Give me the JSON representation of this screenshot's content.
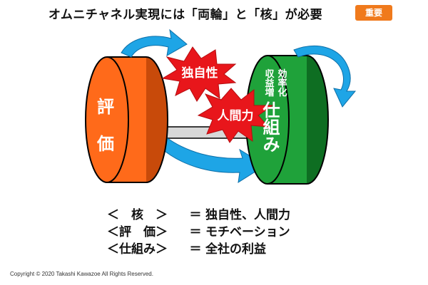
{
  "title": "オムニチャネル実現には「両輪」と「核」が必要",
  "badge": "重要",
  "colors": {
    "orange": "#ff6a1a",
    "orange_dark": "#c84a0a",
    "green": "#1fa23a",
    "green_dark": "#0e6e22",
    "blue": "#1ea5e6",
    "red": "#e8161b",
    "badge": "#f07a1c"
  },
  "left_wheel": {
    "label": "評価"
  },
  "right_wheel": {
    "main_label": "仕組み",
    "sub_label_1": "効率化",
    "sub_label_2": "収益増"
  },
  "bursts": {
    "top": "独自性",
    "middle": "人間力"
  },
  "legend": [
    {
      "key": "＜　核　＞",
      "eq": "＝",
      "value": "独自性、人間力"
    },
    {
      "key": "＜評　価＞",
      "eq": "＝",
      "value": "モチベーション"
    },
    {
      "key": "＜仕組み＞",
      "eq": "＝",
      "value": "全社の利益"
    }
  ],
  "copyright": "Copyright © 2020 Takashi Kawazoe All Rights Reserved."
}
